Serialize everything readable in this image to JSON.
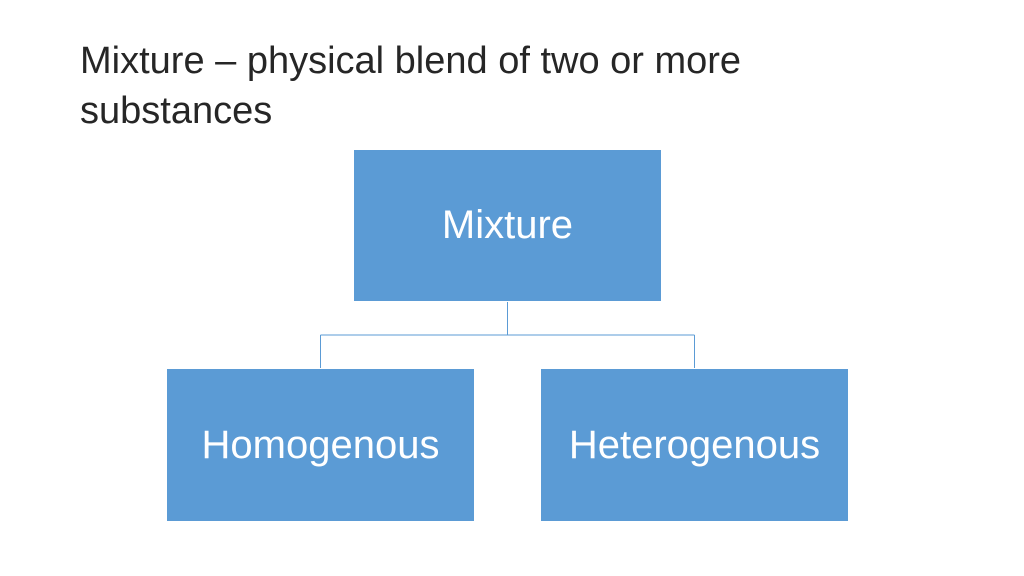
{
  "slide": {
    "title": "Mixture – physical blend of two or more substances"
  },
  "diagram": {
    "root": {
      "label": "Mixture"
    },
    "children": [
      {
        "label": "Homogenous"
      },
      {
        "label": "Heterogenous"
      }
    ],
    "colors": {
      "node_fill": "#5b9bd5",
      "node_text": "#ffffff",
      "connector": "#5b9bd5"
    }
  }
}
